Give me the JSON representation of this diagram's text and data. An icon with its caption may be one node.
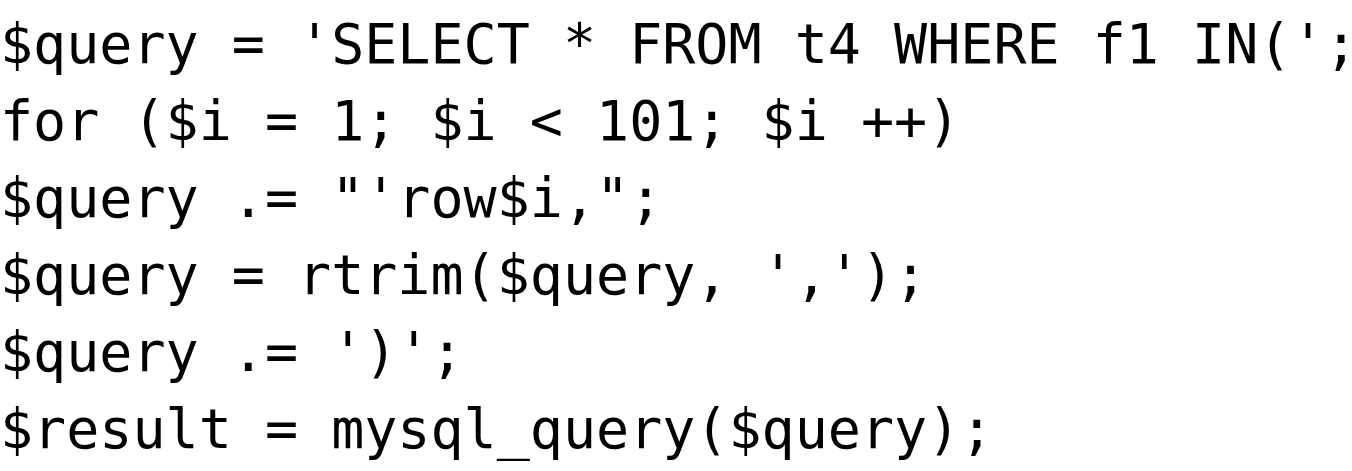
{
  "diagram": {
    "labels": [
      "$query = 'SELECT * FROM t4 WHERE f1 IN(';",
      "for ($i = 1; $i < 101; $i ++)",
      "$query .= \"'row$i,\";",
      "$query = rtrim($query, ',');",
      "$query .= ')';",
      "$result = mysql_query($query);"
    ]
  }
}
